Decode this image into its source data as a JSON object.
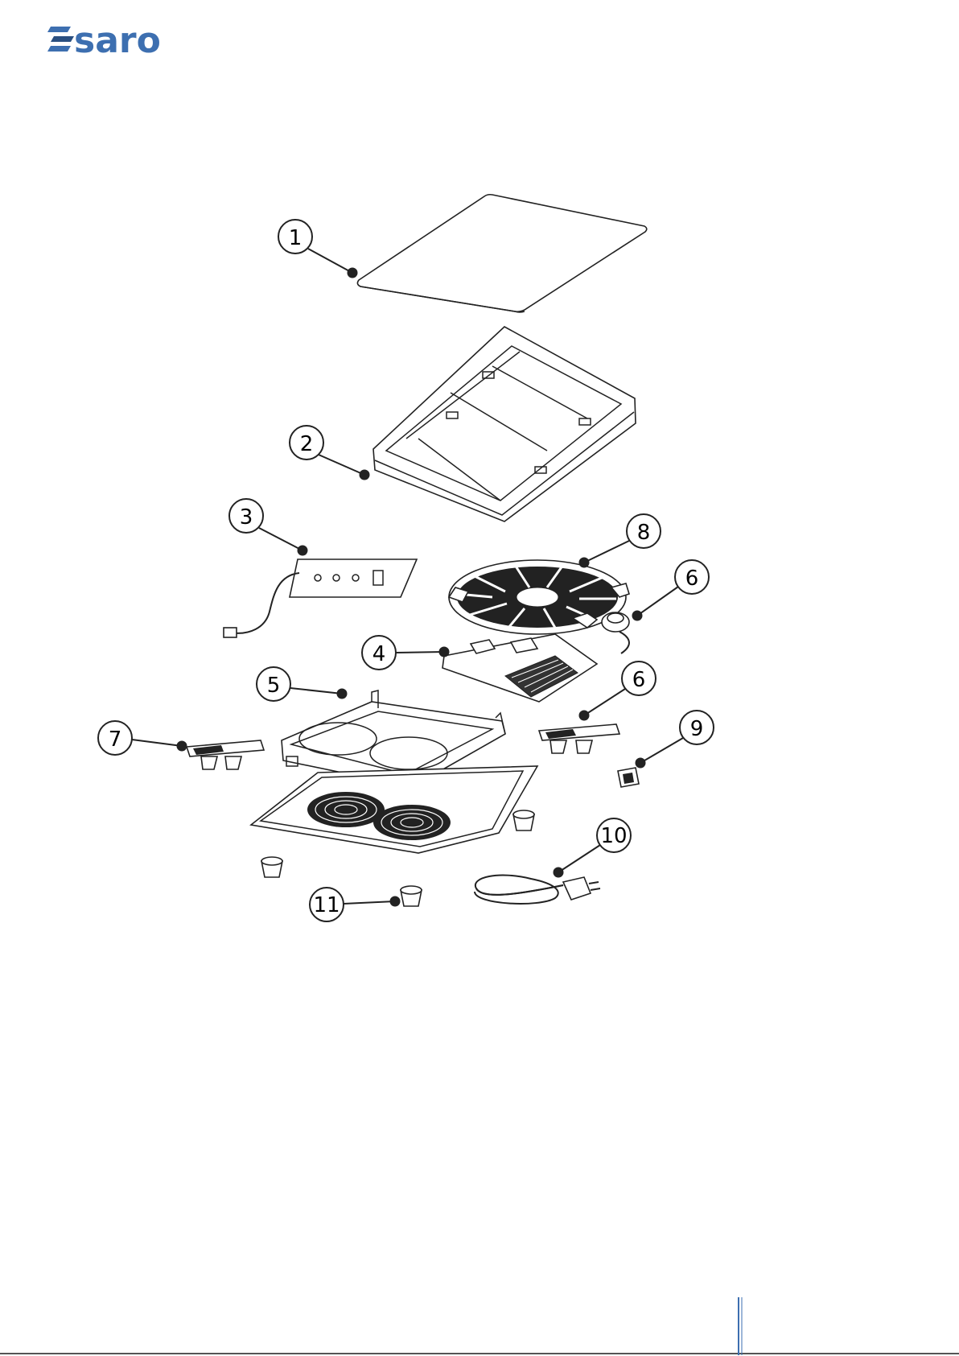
{
  "brand": {
    "logo_text": "saro",
    "color": "#3d6fb0"
  },
  "callouts": [
    "1",
    "2",
    "3",
    "4",
    "5",
    "6",
    "7",
    "8",
    "6",
    "9",
    "10",
    "11"
  ],
  "colors": {
    "line": "#222222",
    "footer_accent": "#3d6fb0"
  }
}
